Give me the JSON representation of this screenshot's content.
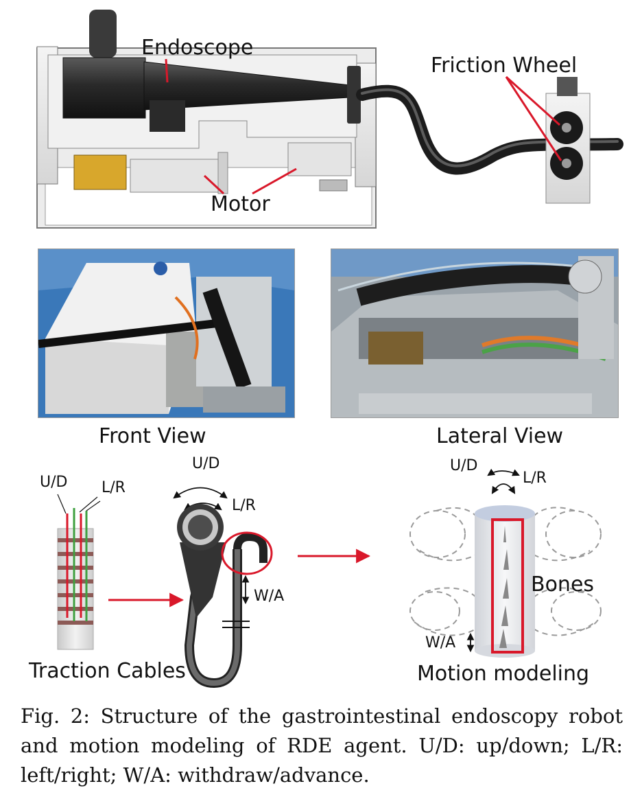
{
  "top_panel": {
    "labels": {
      "endoscope": "Endoscope",
      "friction_wheel": "Friction Wheel",
      "motor": "Motor"
    }
  },
  "photos": {
    "front": {
      "caption": "Front View"
    },
    "lateral": {
      "caption": "Lateral View"
    }
  },
  "bottom_panel": {
    "cables": {
      "ud": "U/D",
      "lr": "L/R",
      "caption": "Traction Cables"
    },
    "handle": {
      "ud": "U/D",
      "lr": "L/R",
      "wa": "W/A"
    },
    "model": {
      "ud": "U/D",
      "lr": "L/R",
      "wa": "W/A",
      "bones": "Bones",
      "caption": "Motion modeling"
    }
  },
  "figure_caption": "Fig. 2: Structure of the gastrointestinal endoscopy robot and motion modeling of RDE agent. U/D: up/down; L/R: left/right; W/A: withdraw/advance.",
  "colors": {
    "accent_red": "#d9182a"
  }
}
